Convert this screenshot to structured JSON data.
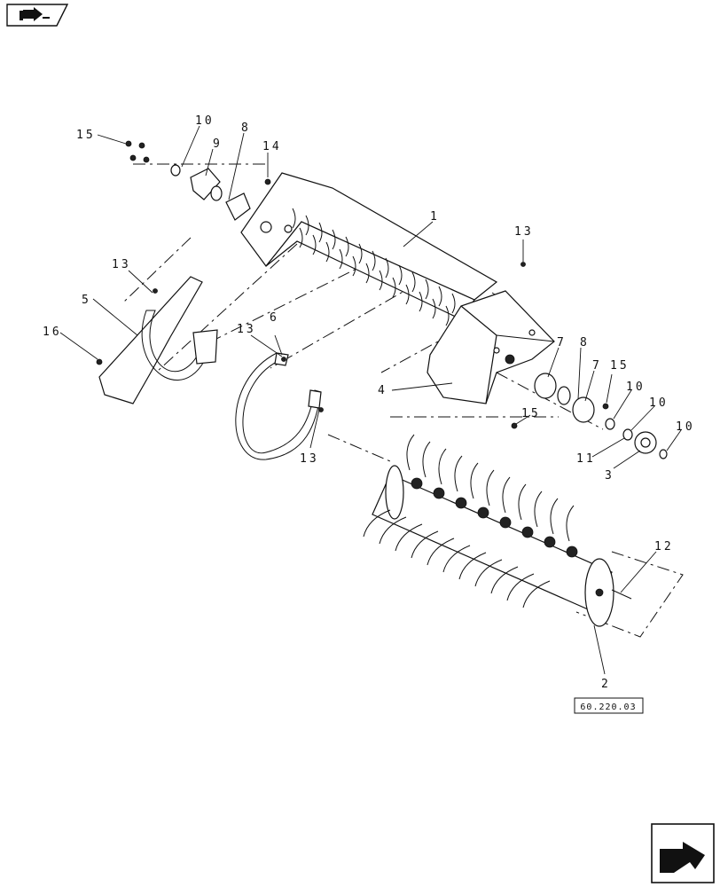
{
  "callouts": [
    {
      "id": "c15a",
      "text": "15"
    },
    {
      "id": "c10a",
      "text": "10"
    },
    {
      "id": "c9",
      "text": "9"
    },
    {
      "id": "c8a",
      "text": "8"
    },
    {
      "id": "c14",
      "text": "14"
    },
    {
      "id": "c1",
      "text": "1"
    },
    {
      "id": "c13a",
      "text": "13"
    },
    {
      "id": "c13b",
      "text": "13"
    },
    {
      "id": "c5",
      "text": "5"
    },
    {
      "id": "c16",
      "text": "16"
    },
    {
      "id": "c13c",
      "text": "13"
    },
    {
      "id": "c6",
      "text": "6"
    },
    {
      "id": "c7a",
      "text": "7"
    },
    {
      "id": "c8b",
      "text": "8"
    },
    {
      "id": "c7b",
      "text": "7"
    },
    {
      "id": "c15b",
      "text": "15"
    },
    {
      "id": "c4",
      "text": "4"
    },
    {
      "id": "c10b",
      "text": "10"
    },
    {
      "id": "c15c",
      "text": "15"
    },
    {
      "id": "c10c",
      "text": "10"
    },
    {
      "id": "c11",
      "text": "11"
    },
    {
      "id": "c10d",
      "text": "10"
    },
    {
      "id": "c3",
      "text": "3"
    },
    {
      "id": "c13d",
      "text": "13"
    },
    {
      "id": "c12",
      "text": "12"
    },
    {
      "id": "c2",
      "text": "2"
    }
  ],
  "reference_box": {
    "text": "60.220.03"
  },
  "icons": {
    "top_left": "book-arrow-icon",
    "bottom_right": "next-page-arrow-icon"
  }
}
